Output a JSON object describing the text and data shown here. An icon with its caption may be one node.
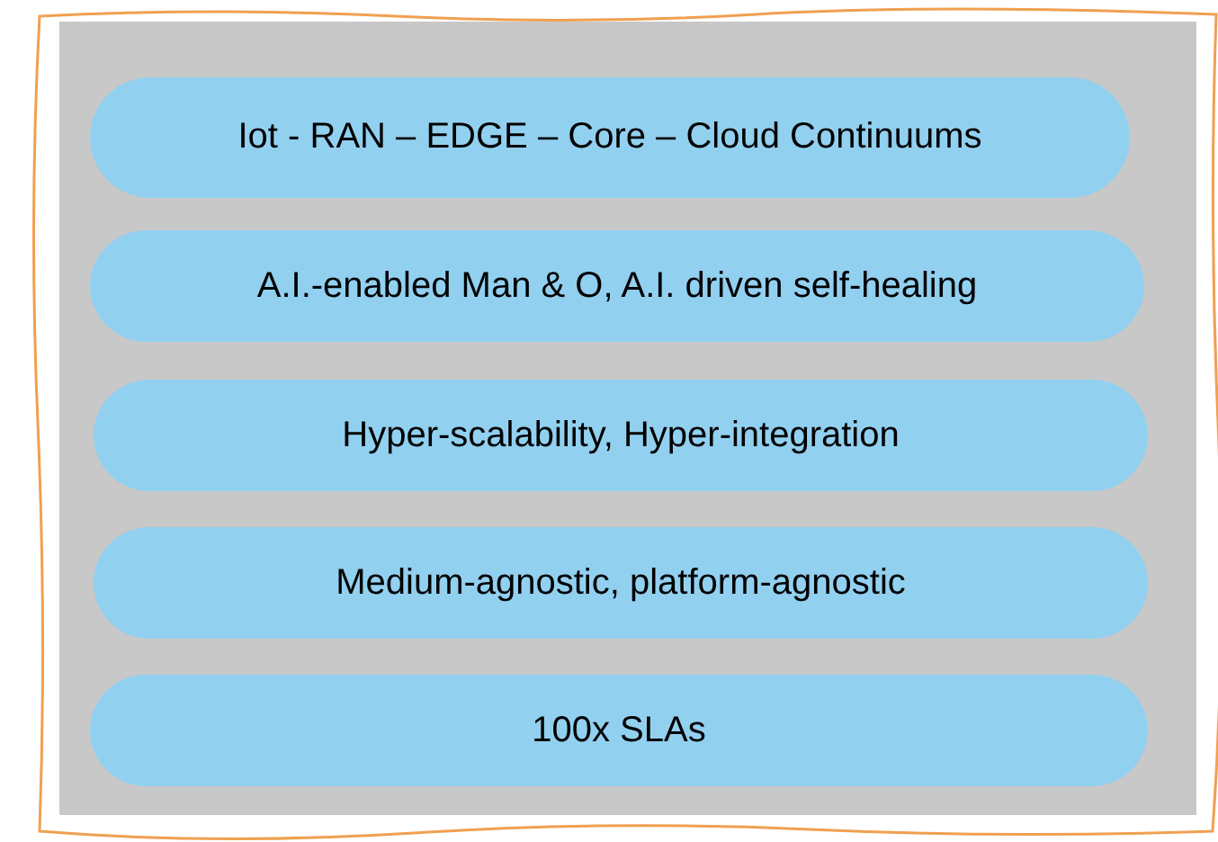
{
  "diagram": {
    "nodes": [
      {
        "text": [],
        "shape": "box"
      },
      {
        "text": [
          "Iot - RAN – EDGE – Core – Cloud Continuums"
        ],
        "in": 0
      },
      {
        "text": [
          "A.I.-enabled Man & O, A.I. driven self-healing"
        ],
        "in": 0
      },
      {
        "text": [
          "Hyper-scalability, Hyper-integration"
        ],
        "in": 0
      },
      {
        "text": [
          "Medium-agnostic, platform-agnostic"
        ],
        "in": 0
      },
      {
        "text": [
          "100x SLAs"
        ],
        "in": 0
      }
    ]
  }
}
